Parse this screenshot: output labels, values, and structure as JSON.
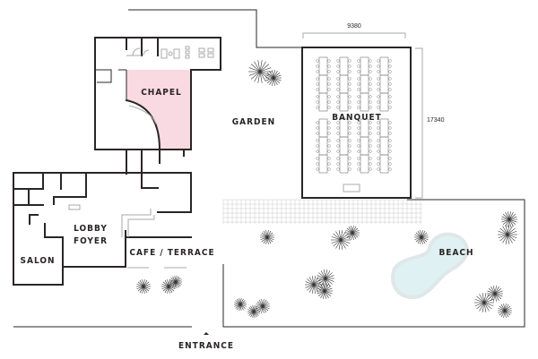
{
  "plan": {
    "rooms": [
      {
        "id": "chapel",
        "label": "CHAPEL"
      },
      {
        "id": "banquet",
        "label": "BANQUET"
      },
      {
        "id": "garden",
        "label": "GARDEN"
      },
      {
        "id": "lobby",
        "label": "LOBBY",
        "label2": "FOYER"
      },
      {
        "id": "salon",
        "label": "SALON"
      },
      {
        "id": "cafe",
        "label": "CAFE / TERRACE"
      },
      {
        "id": "beach",
        "label": "BEACH"
      }
    ],
    "entrance": {
      "label": "ENTRANCE"
    },
    "dimensions": {
      "banquet_width": "9380",
      "banquet_length": "17340"
    },
    "colors": {
      "chapel_fill": "#f9d9e2",
      "beach_fill": "#e0f1f3",
      "wall": "#2b2526"
    },
    "banquet_tables": {
      "columns": 4,
      "tables_per_block": 3,
      "blocks": 2
    }
  }
}
